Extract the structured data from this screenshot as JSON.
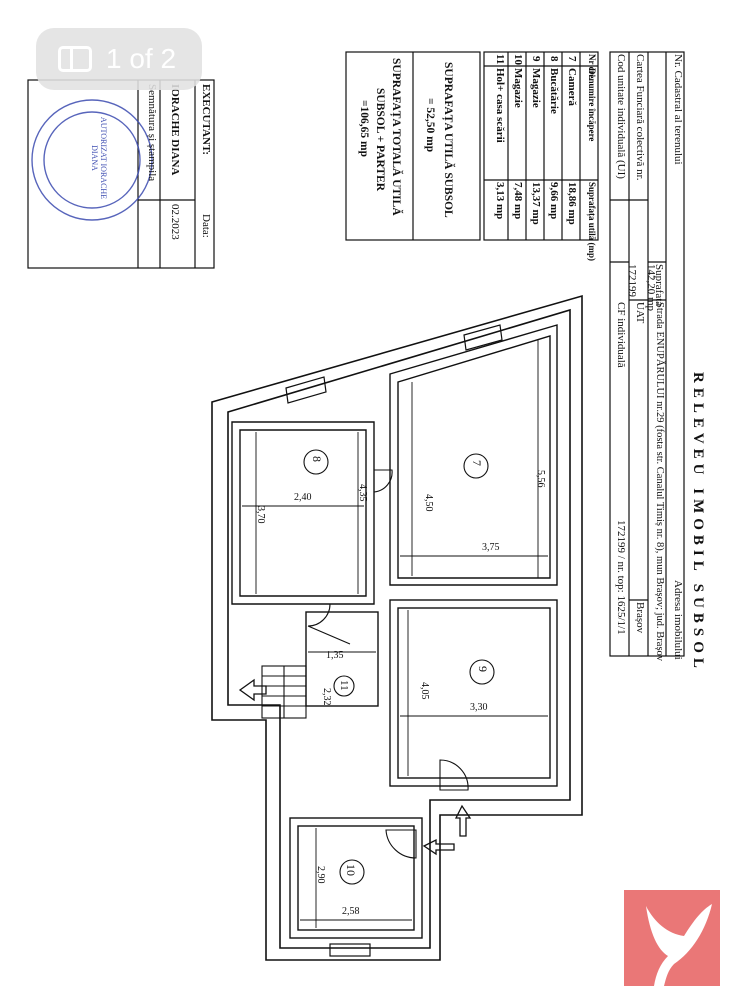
{
  "overlay": {
    "page_indicator": "1 of 2"
  },
  "header": {
    "title": "RELEVEU IMOBIL SUBSOL",
    "address_label": "Adresa imobilului",
    "address_value": "Strada ENUPĂRULUI nr.29 (fosta str. Canalul Timiș nr. 8), mun Brașov; jud. Brașov",
    "cadastral_label": "Nr. Cadastral al terenului",
    "surface_label": "Suprafața",
    "surface_value": "142,20 mp",
    "cf_colectiva_label": "Cartea Funciară colectivă nr.",
    "cf_colectiva_value": "172199",
    "uat_label": "UAT",
    "uat_value": "Brașov",
    "cod_ui_label": "Cod unitate individuală (UI)",
    "cf_individuala_label": "CF individuală",
    "cf_individuala_value": "172199 / nr. top: 1625/1/1"
  },
  "rooms_table": {
    "headers": [
      "Nr cri.",
      "Denumire încăpere",
      "Suprafața utilă (mp)"
    ],
    "rows": [
      {
        "nr": "7",
        "name": "Cameră",
        "area": "18,86 mp"
      },
      {
        "nr": "8",
        "name": "Bucătărie",
        "area": "9,66 mp"
      },
      {
        "nr": "9",
        "name": "Magazie",
        "area": "13,37 mp"
      },
      {
        "nr": "10",
        "name": "Magazie",
        "area": "7,48 mp"
      },
      {
        "nr": "11",
        "name": "Hol+ casa scării",
        "area": "3,13 mp"
      }
    ],
    "total_subsol_line1": "SUPRAFAȚA UTILĂ SUBSOL",
    "total_subsol_line2": "= 52,50 mp",
    "total_all_line1": "SUPRAFAȚA TOTALĂ UTILĂ",
    "total_all_line2": "SUBSOL + PARTER",
    "total_all_line3": "=106,65 mp"
  },
  "executant": {
    "label": "EXECUTANT:",
    "name": "IORACHE DIANA",
    "date_label": "Data:",
    "date_value": "02.2023",
    "signature_label": "Semnătura și ștampila",
    "stamp_text": "AUTORIZAT IORACHE DIANA"
  },
  "floor_plan": {
    "rooms": [
      {
        "number": "7",
        "dims": [
          "5,56",
          "4,50",
          "3,75"
        ]
      },
      {
        "number": "8",
        "dims": [
          "4,35",
          "2,40",
          "3,70"
        ]
      },
      {
        "number": "9",
        "dims": [
          "4,05",
          "3,30"
        ]
      },
      {
        "number": "10",
        "dims": [
          "2,90",
          "2,58"
        ]
      },
      {
        "number": "11",
        "dims": [
          "1,35",
          "2,32"
        ]
      }
    ]
  },
  "colors": {
    "logo": "#e86b6b",
    "ink": "#111111",
    "stamp": "#3b4bb0"
  }
}
